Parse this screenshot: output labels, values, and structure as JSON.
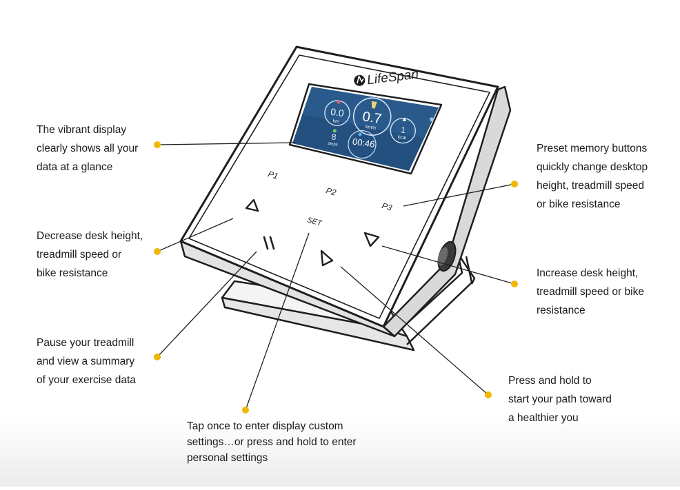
{
  "device": {
    "logo": "LifeSpan",
    "screen": {
      "distance_value": "0.0",
      "distance_unit": "km",
      "speed_value": "0.7",
      "speed_unit": "km/h",
      "calories_value": "1",
      "calories_unit": "kcal",
      "steps_value": "8",
      "steps_unit": "steps",
      "time_value": "00:46"
    },
    "buttons": {
      "p1": "P1",
      "p2": "P2",
      "p3": "P3",
      "set": "SET"
    }
  },
  "callouts": {
    "display": "The vibrant display\nclearly shows all your\ndata at a glance",
    "decrease": "Decrease desk height,\ntreadmill speed or\nbike resistance",
    "pause": "Pause your treadmill\nand view a summary\nof your exercise data",
    "set": "Tap once to enter display custom\nsettings…or press and hold to enter\npersonal settings",
    "preset": "Preset memory buttons\nquickly change desktop\nheight, treadmill speed\nor bike resistance",
    "increase": "Increase desk height,\ntreadmill speed or bike\nresistance",
    "hold": "Press and hold to\nstart your path toward\na healthier you"
  },
  "colors": {
    "dot": "#f2b705",
    "screen_bg": "#24507f",
    "outline": "#1e1e1e"
  }
}
